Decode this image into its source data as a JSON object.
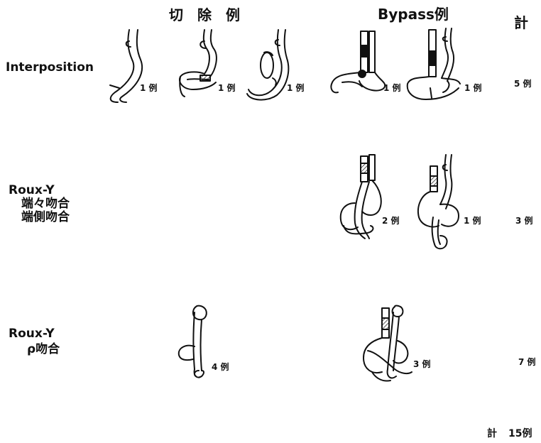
{
  "headers": {
    "resection": "切　除　例",
    "bypass": "Bypass例",
    "total": "計"
  },
  "rows": [
    {
      "label_lines": [
        "Interposition"
      ],
      "counts": [
        "1 例",
        "1 例",
        "1 例",
        "1 例",
        "1 例"
      ],
      "total": "5 例"
    },
    {
      "label_lines": [
        "Roux-Y",
        "端々吻合",
        "端側吻合"
      ],
      "counts": [
        "2 例",
        "1 例"
      ],
      "total": "3 例"
    },
    {
      "label_lines": [
        "Roux-Y",
        "ρ吻合"
      ],
      "counts": [
        "4 例",
        "3 例"
      ],
      "total": "7 例"
    }
  ],
  "grand_total": {
    "label": "計",
    "value": "15例"
  },
  "colors": {
    "ink": "#111111",
    "background": "#ffffff"
  }
}
